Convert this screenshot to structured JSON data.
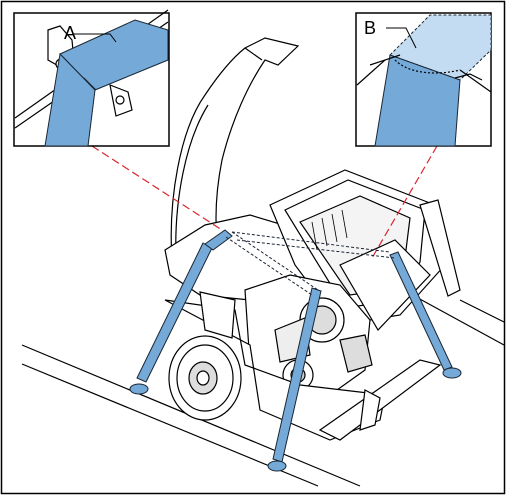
{
  "callouts": [
    {
      "label": "A"
    },
    {
      "label": "B"
    }
  ],
  "colors": {
    "strap": "#74a9d8",
    "strap_light": "#c3dcf1",
    "strap_outline": "#1b2633",
    "leader": "#d9262d",
    "ink": "#000000",
    "background": "#ffffff"
  },
  "icons": [
    "ratchet-strap",
    "tie-down-anchor",
    "wood-chipper"
  ]
}
